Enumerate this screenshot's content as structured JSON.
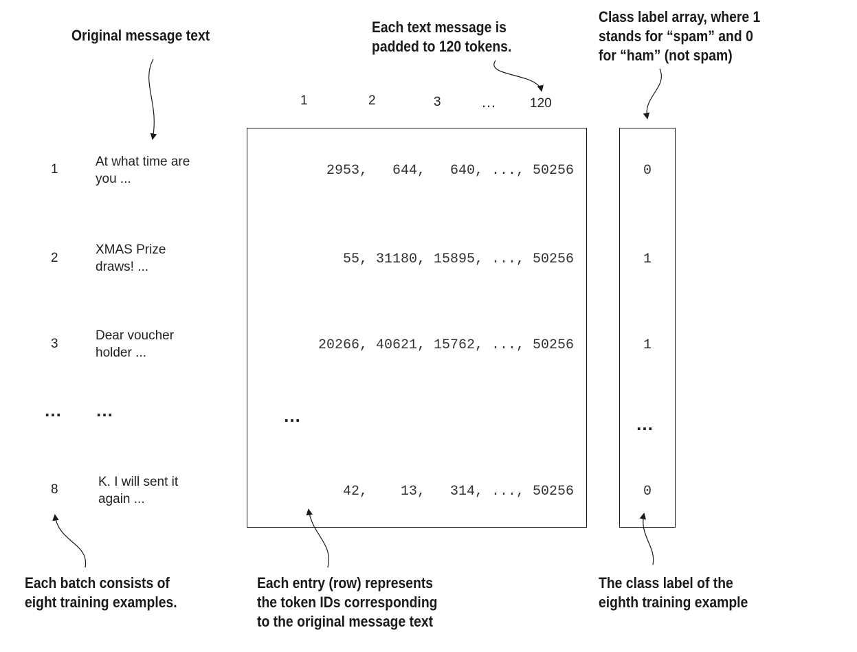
{
  "annotations": {
    "original_message_text": "Original message text",
    "padded": [
      "Each text message is",
      "padded to 120 tokens."
    ],
    "class_label_array": [
      "Class label array, where 1",
      "stands for “spam” and 0",
      "for “ham” (not spam)"
    ],
    "batch_size": [
      "Each batch consists of",
      "eight training examples."
    ],
    "entry_row": [
      "Each entry (row) represents",
      "the token IDs corresponding",
      "to the original message text"
    ],
    "eighth_label": [
      "The class label of the",
      "eighth training example"
    ]
  },
  "column_headers": [
    "1",
    "2",
    "3",
    "…",
    "120"
  ],
  "rows": [
    {
      "index": "1",
      "message": "At what time are\nyou ...",
      "token_ids": "2953,   644,   640, ..., 50256",
      "label": "0"
    },
    {
      "index": "2",
      "message": "XMAS Prize\ndraws!  ...",
      "token_ids": "55, 31180, 15895, ..., 50256",
      "label": "1"
    },
    {
      "index": "3",
      "message": "Dear voucher\nholder ...",
      "token_ids": "20266, 40621, 15762, ..., 50256",
      "label": "1"
    },
    {
      "index": "…",
      "message": "…",
      "token_ids": "…",
      "label": "…"
    },
    {
      "index": "8",
      "message": "K. I will sent it\nagain ...",
      "token_ids": "42,    13,   314, ..., 50256",
      "label": "0"
    }
  ]
}
